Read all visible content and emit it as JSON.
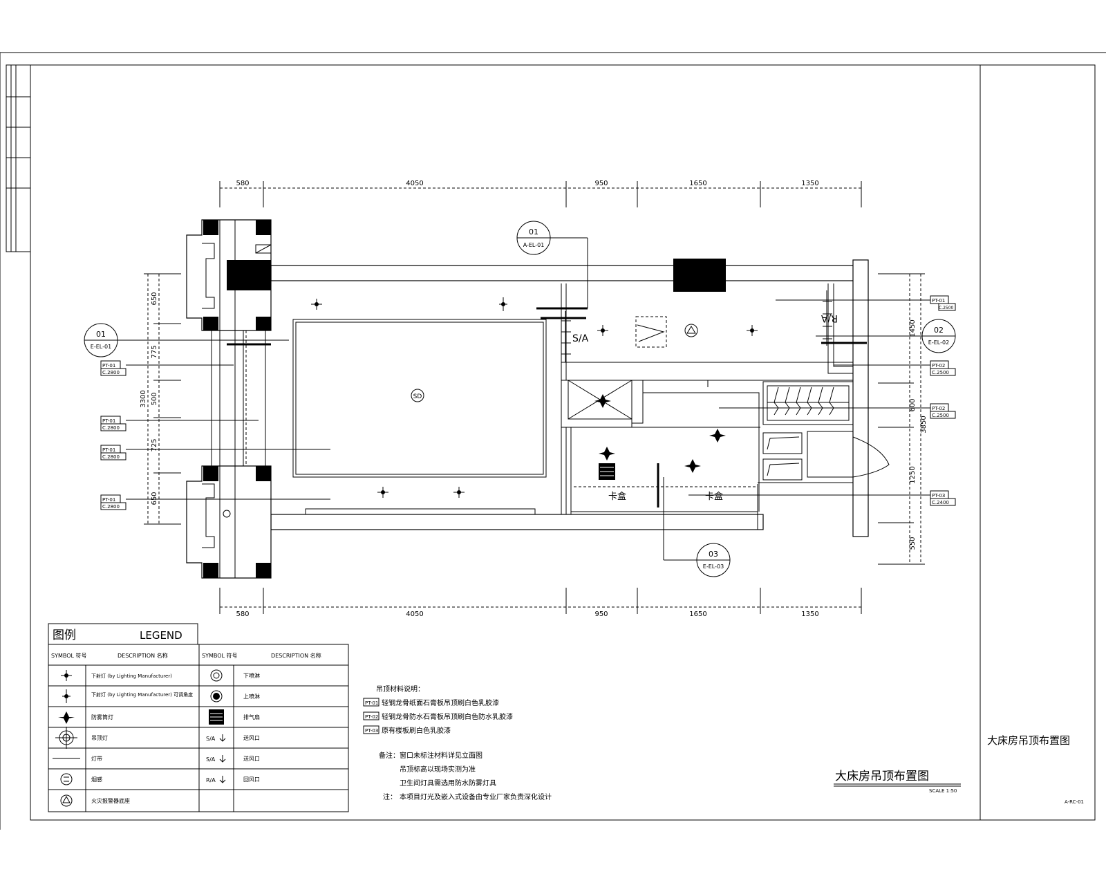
{
  "dimensions": {
    "top": [
      "580",
      "4050",
      "950",
      "1650",
      "1350"
    ],
    "bottom": [
      "580",
      "4050",
      "950",
      "1650",
      "1350"
    ],
    "left": [
      "650",
      "775",
      "500",
      "725",
      "650"
    ],
    "left_total": "3300",
    "right": [
      "1450",
      "600",
      "1250",
      "550"
    ],
    "right_total": "3850"
  },
  "callouts": {
    "c01_top": {
      "num": "01",
      "ref": "A-EL-01"
    },
    "c01_left": {
      "num": "01",
      "ref": "E-EL-01"
    },
    "c02_right": {
      "num": "02",
      "ref": "E-EL-02"
    },
    "c03_bottom": {
      "num": "03",
      "ref": "E-EL-03"
    }
  },
  "tags": {
    "left": [
      {
        "code": "PT-01",
        "h": "C.2800"
      },
      {
        "code": "PT-01",
        "h": "C.2800"
      },
      {
        "code": "PT-01",
        "h": "C.2800"
      },
      {
        "code": "PT-01",
        "h": "C.2800"
      }
    ],
    "right": [
      {
        "code": "PT-01",
        "h": "C.2500"
      },
      {
        "code": "PT-02",
        "h": "C.2500"
      },
      {
        "code": "PT-02",
        "h": "C.2500"
      },
      {
        "code": "PT-03",
        "h": "C.2400"
      }
    ]
  },
  "plan_labels": {
    "sa": "S/A",
    "ra": "R/A",
    "sd": "SD",
    "curtain1": "卡盒",
    "curtain2": "卡盒"
  },
  "legend": {
    "title_cn": "图例",
    "title_en": "LEGEND",
    "col_symbol": "SYMBOL 符号",
    "col_desc": "DESCRIPTION 名称",
    "left_rows": [
      "下射灯 (by Lighting Manufacturer)",
      "下射灯 (by Lighting Manufacturer) 可调角度",
      "防雾筒灯",
      "吊顶灯",
      "灯带",
      "烟感",
      "火灾报警器底座"
    ],
    "right_rows": [
      {
        "sym": "",
        "desc": "下喷淋"
      },
      {
        "sym": "",
        "desc": "上喷淋"
      },
      {
        "sym": "",
        "desc": "排气扇"
      },
      {
        "sym": "S/A",
        "desc": "送风口"
      },
      {
        "sym": "S/A",
        "desc": "送风口"
      },
      {
        "sym": "R/A",
        "desc": "回风口"
      },
      {
        "sym": "",
        "desc": ""
      }
    ]
  },
  "notes": {
    "materials_title": "吊顶材料说明：",
    "materials": [
      {
        "code": "PT-01",
        "text": "轻钢龙骨纸面石膏板吊顶刷白色乳胶漆"
      },
      {
        "code": "PT-02",
        "text": "轻钢龙骨防水石膏板吊顶刷白色防水乳胶漆"
      },
      {
        "code": "PT-03",
        "text": "原有楼板刷白色乳胶漆"
      }
    ],
    "remarks_label": "备注：",
    "remarks": [
      "窗口未标注材料详见立面图",
      "吊顶标高以现场实测为准",
      "卫生间灯具需选用防水防雾灯具"
    ],
    "note_label": "注：",
    "note": "本项目灯光及嵌入式设备由专业厂家负责深化设计"
  },
  "drawing_title": "大床房吊顶布置图",
  "scale": "SCALE 1:50",
  "sheet_title": "大床房吊顶布置图",
  "sheet_no": "A-RC-01"
}
